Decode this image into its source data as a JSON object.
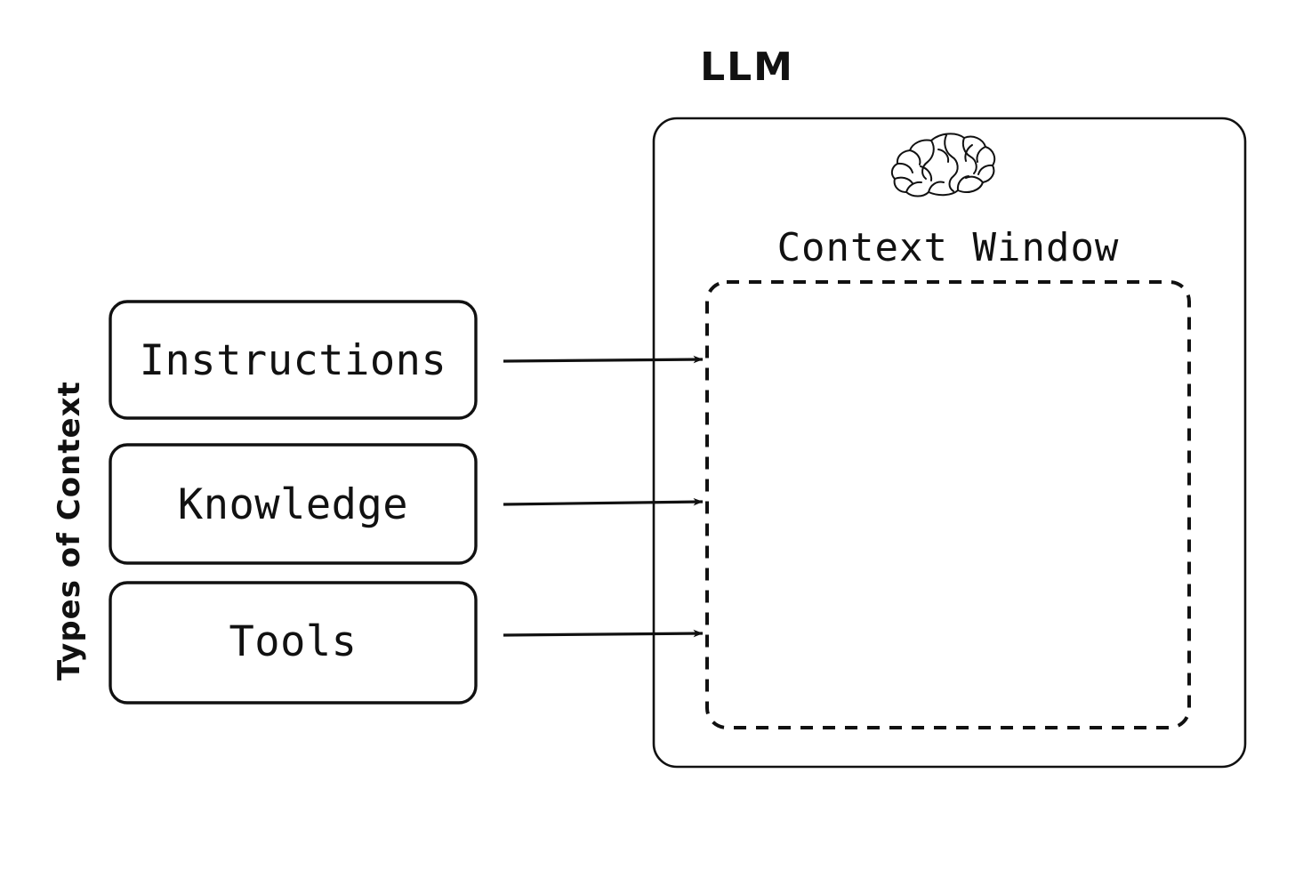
{
  "diagram": {
    "background_color": "#ffffff",
    "stroke_color": "#111111",
    "side_label": "Types of Context",
    "llm": {
      "title": "LLM",
      "icon_name": "brain-icon",
      "context_window_label": "Context Window"
    },
    "context_boxes": [
      {
        "label": "Instructions"
      },
      {
        "label": "Knowledge"
      },
      {
        "label": "Tools"
      }
    ],
    "arrows": [
      {
        "from": "Instructions",
        "to": "Context Window"
      },
      {
        "from": "Knowledge",
        "to": "Context Window"
      },
      {
        "from": "Tools",
        "to": "Context Window"
      }
    ]
  }
}
